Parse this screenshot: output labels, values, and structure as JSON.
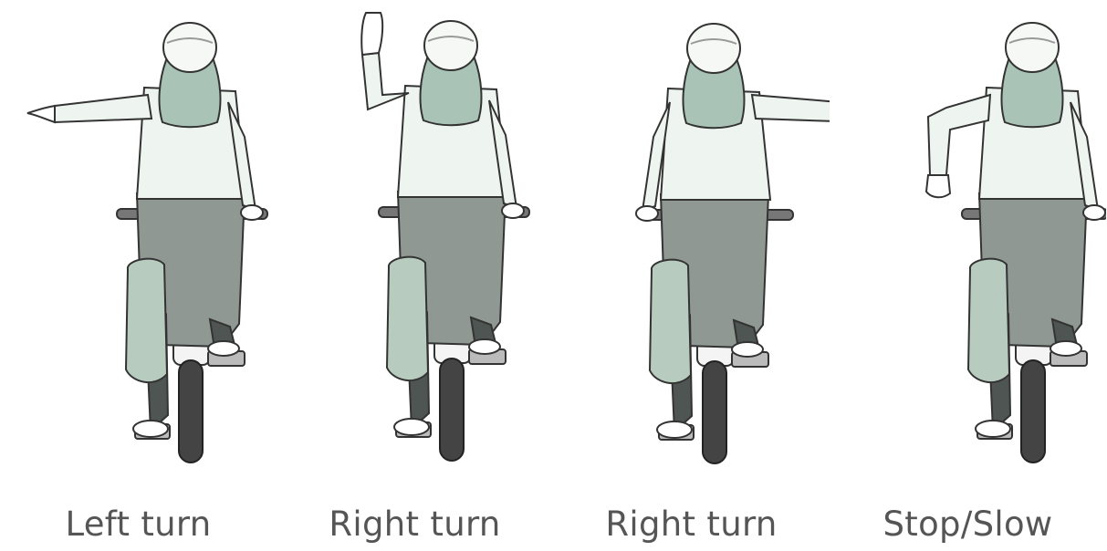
{
  "colors": {
    "jacket": "#eef5f0",
    "hair": "#a9c4b6",
    "helmet": "#f5f8f5",
    "pants": "#8f9892",
    "bag": "#b8cbbf",
    "outline": "#333333",
    "caption": "#555555"
  },
  "signals": [
    {
      "caption": "Left turn"
    },
    {
      "caption": "Right turn"
    },
    {
      "caption": "Right turn"
    },
    {
      "caption": "Stop/Slow"
    }
  ]
}
